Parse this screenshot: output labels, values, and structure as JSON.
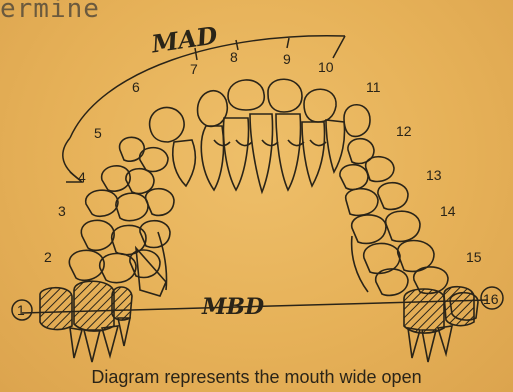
{
  "heading": "ermine",
  "labels": {
    "mad": "MAD",
    "mbd": "MBD",
    "caption": "Diagram represents the mouth wide open"
  },
  "tooth_numbers": [
    "1",
    "2",
    "3",
    "4",
    "5",
    "6",
    "7",
    "8",
    "9",
    "10",
    "11",
    "12",
    "13",
    "14",
    "15",
    "16"
  ]
}
